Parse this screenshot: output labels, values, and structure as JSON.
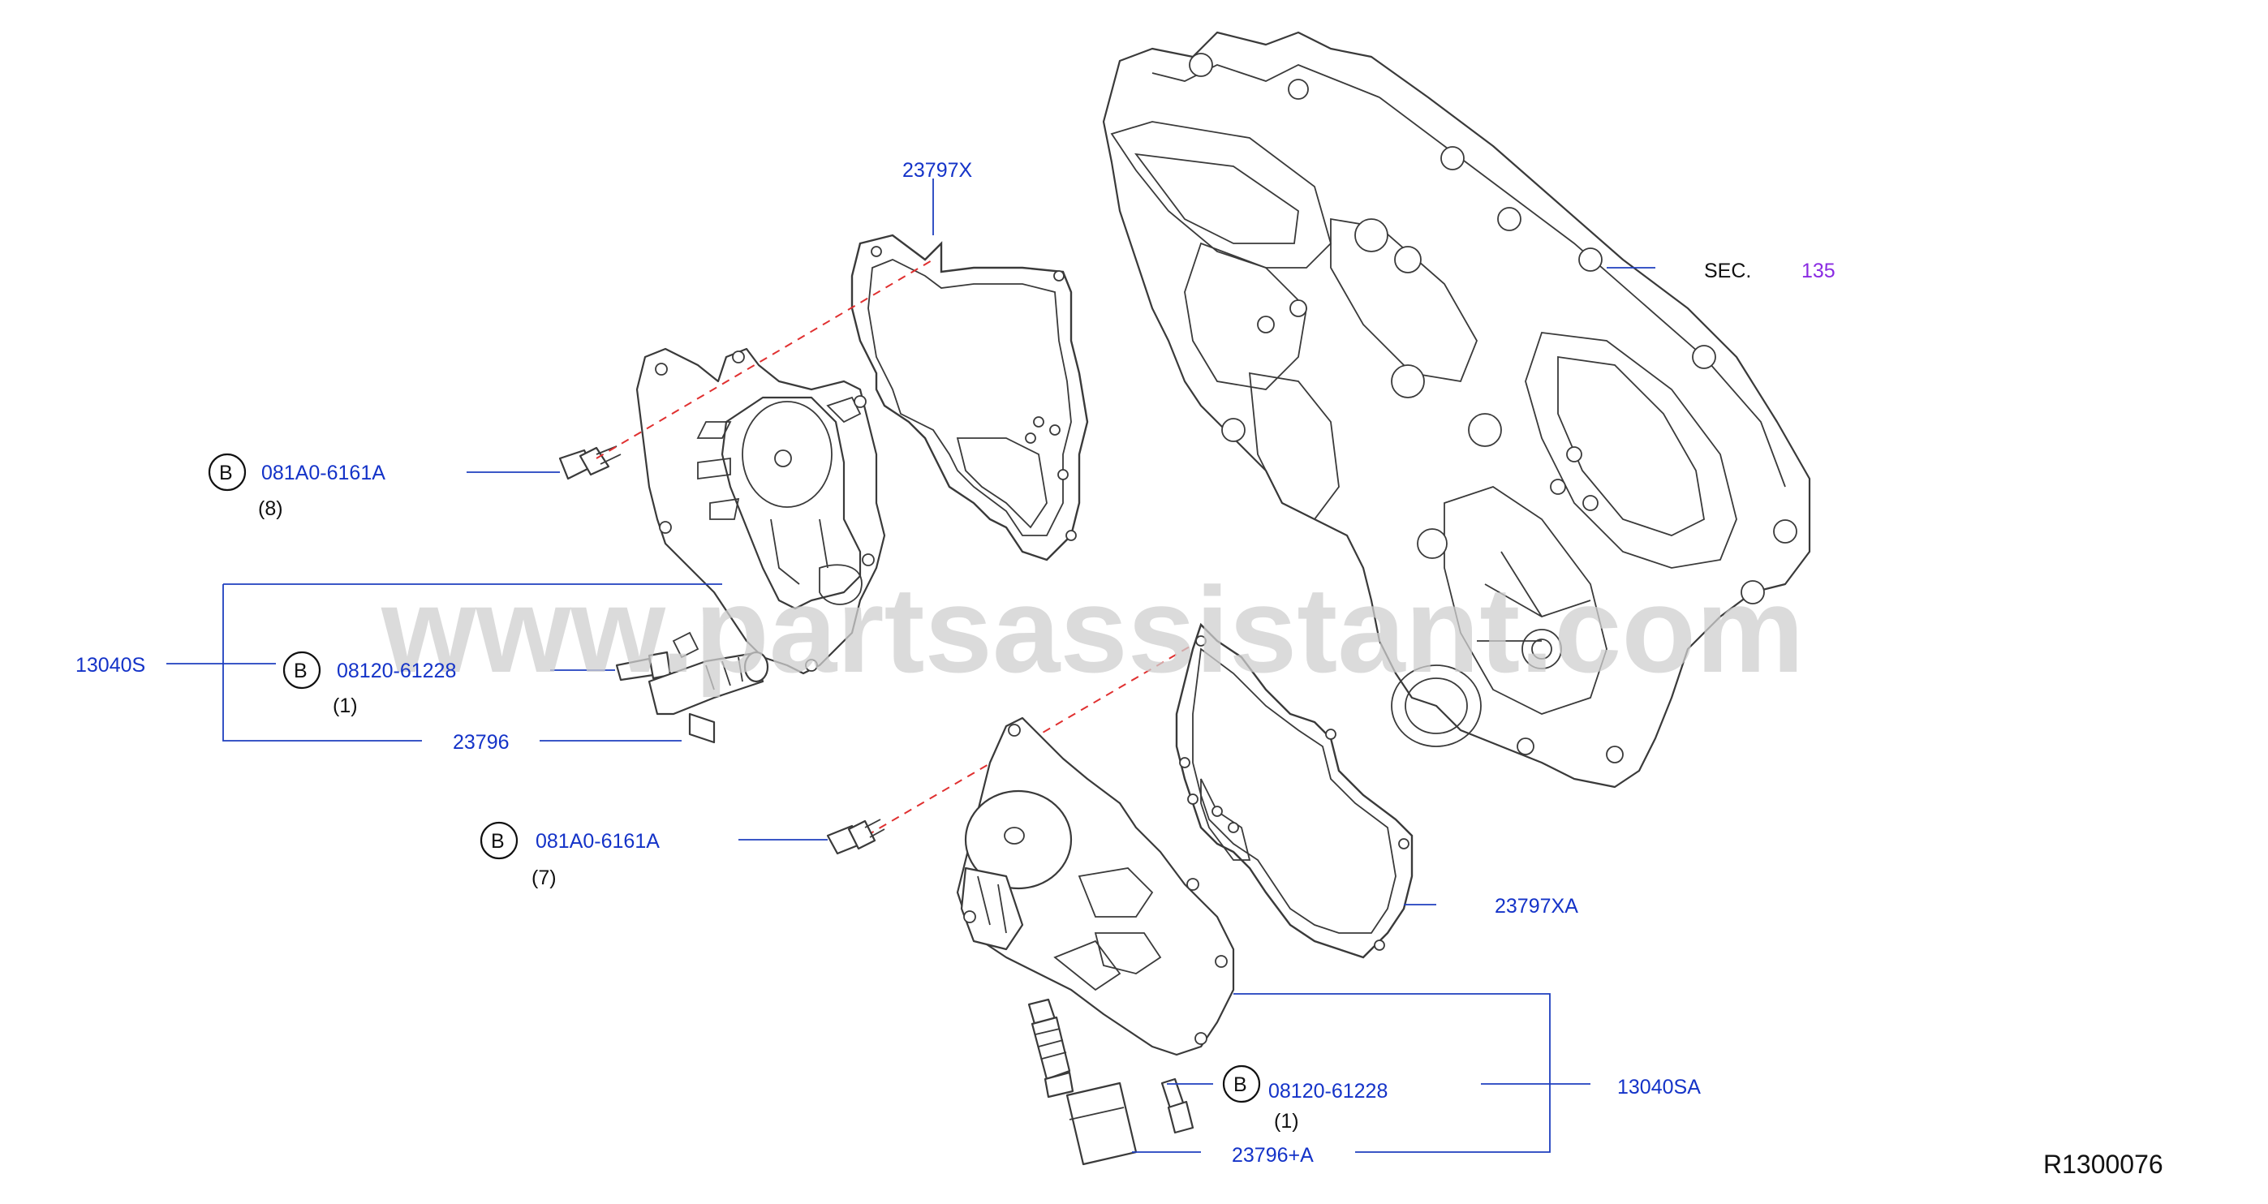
{
  "watermark": "www.partsassistant.com",
  "labels": {
    "gasket_top": "23797X",
    "sec_prefix": "SEC.",
    "sec_number": "135",
    "bolt1_circle": "B",
    "bolt1_part": "081A0-6161A",
    "bolt1_qty": "(8)",
    "assy_top": "13040S",
    "bolt2_circle": "B",
    "bolt2_part": "08120-61228",
    "bolt2_qty": "(1)",
    "valve_top": "23796",
    "bolt3_circle": "B",
    "bolt3_part": "081A0-6161A",
    "bolt3_qty": "(7)",
    "gasket_bottom": "23797XA",
    "bolt4_circle": "B",
    "bolt4_part": "08120-61228",
    "bolt4_qty": "(1)",
    "assy_bottom": "13040SA",
    "valve_bottom": "23796+A",
    "ref_code": "R1300076"
  },
  "colors": {
    "part_number": "#1433c8",
    "sec_number": "#8a2be2",
    "leader": "#1f3fbf",
    "alignment_dash": "#e03030"
  }
}
